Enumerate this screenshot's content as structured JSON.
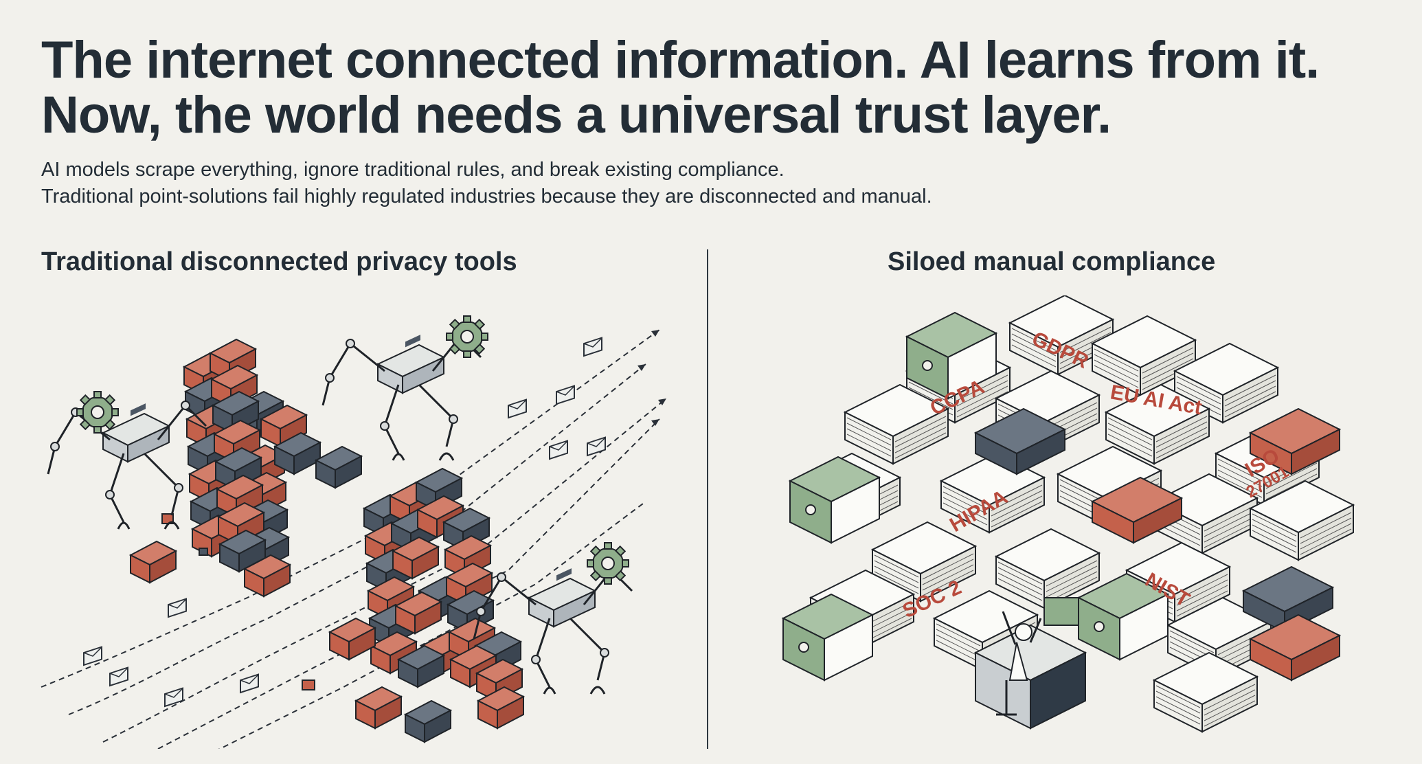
{
  "headline": {
    "line1": "The internet connected information. AI learns from it.",
    "line2": "Now, the world needs a universal trust layer."
  },
  "subtext": {
    "line1": "AI models scrape everything, ignore traditional rules, and break existing compliance.",
    "line2": "Traditional point-solutions fail highly regulated industries because they are disconnected and manual."
  },
  "left_section": {
    "title": "Traditional disconnected privacy tools",
    "icons": [
      "brick-wall",
      "robot-spider",
      "gear",
      "envelope"
    ]
  },
  "right_section": {
    "title": "Siloed manual compliance",
    "labels": [
      "GDPR",
      "CCPA",
      "EU AI Act",
      "ISO 27001",
      "HIPAA",
      "SOC 2",
      "NIST"
    ],
    "icons": [
      "document-stack",
      "binder",
      "folder",
      "person-at-desk"
    ]
  },
  "colors": {
    "background": "#f2f1ec",
    "text": "#232d36",
    "brick_red": "#c4614b",
    "slate": "#4b5663",
    "sage_green": "#8fae8b",
    "label_red": "#b84a3c"
  }
}
